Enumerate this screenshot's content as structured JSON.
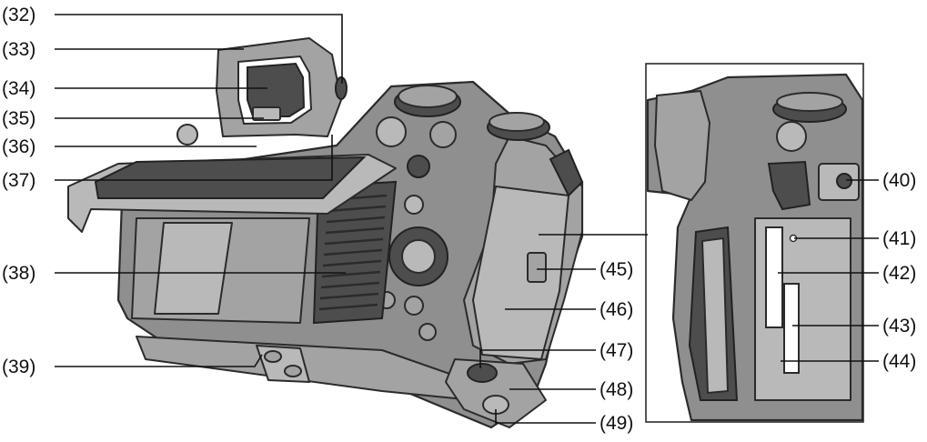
{
  "callouts": {
    "c32": "(32)",
    "c33": "(33)",
    "c34": "(34)",
    "c35": "(35)",
    "c36": "(36)",
    "c37": "(37)",
    "c38": "(38)",
    "c39": "(39)",
    "c40": "(40)",
    "c41": "(41)",
    "c42": "(42)",
    "c43": "(43)",
    "c44": "(44)",
    "c45": "(45)",
    "c46": "(46)",
    "c47": "(47)",
    "c48": "(48)",
    "c49": "(49)"
  },
  "colors": {
    "body": "#8f8f8f",
    "panel_light": "#b9b9b9",
    "outline": "#2b2b2b",
    "text": "#111111"
  }
}
